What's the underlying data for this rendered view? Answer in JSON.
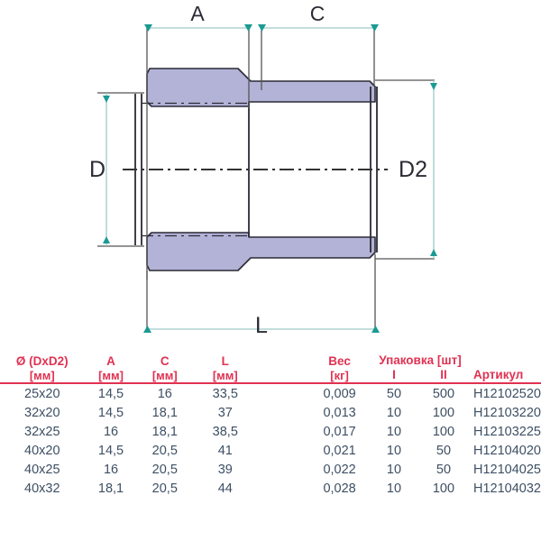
{
  "drawing": {
    "title": "reducer-bushing-cross-section",
    "labels": {
      "a": "A",
      "c": "C",
      "l": "L",
      "d": "D",
      "d2": "D2"
    },
    "colors": {
      "fill": "#b3b3d8",
      "outline": "#2b2b35",
      "dimension": "#6b6b6b",
      "arrow": "#1a9a93",
      "extension": "#9fc9c6",
      "centerline": "#333333"
    }
  },
  "table": {
    "headers": {
      "diameter": "Ø (DxD2)",
      "diameter_unit": "[мм]",
      "a": "A",
      "a_unit": "[мм]",
      "c": "C",
      "c_unit": "[мм]",
      "l": "L",
      "l_unit": "[мм]",
      "weight": "Вес",
      "weight_unit": "[кг]",
      "packing": "Упаковка [шт]",
      "packing_1": "I",
      "packing_2": "II",
      "article": "Артикул"
    },
    "rows": [
      {
        "diameter": "25x20",
        "a": "14,5",
        "c": "16",
        "l": "33,5",
        "weight": "0,009",
        "pack1": "50",
        "pack2": "500",
        "article": "H12102520"
      },
      {
        "diameter": "32x20",
        "a": "14,5",
        "c": "18,1",
        "l": "37",
        "weight": "0,013",
        "pack1": "10",
        "pack2": "100",
        "article": "H12103220"
      },
      {
        "diameter": "32x25",
        "a": "16",
        "c": "18,1",
        "l": "38,5",
        "weight": "0,017",
        "pack1": "10",
        "pack2": "100",
        "article": "H12103225"
      },
      {
        "diameter": "40x20",
        "a": "14,5",
        "c": "20,5",
        "l": "41",
        "weight": "0,021",
        "pack1": "10",
        "pack2": "50",
        "article": "H12104020"
      },
      {
        "diameter": "40x25",
        "a": "16",
        "c": "20,5",
        "l": "39",
        "weight": "0,022",
        "pack1": "10",
        "pack2": "50",
        "article": "H12104025"
      },
      {
        "diameter": "40x32",
        "a": "18,1",
        "c": "20,5",
        "l": "44",
        "weight": "0,028",
        "pack1": "10",
        "pack2": "100",
        "article": "H12104032"
      }
    ]
  },
  "theme": {
    "header_color": "#e03252",
    "data_color": "#3d4f63",
    "rule_color": "#e03252"
  }
}
